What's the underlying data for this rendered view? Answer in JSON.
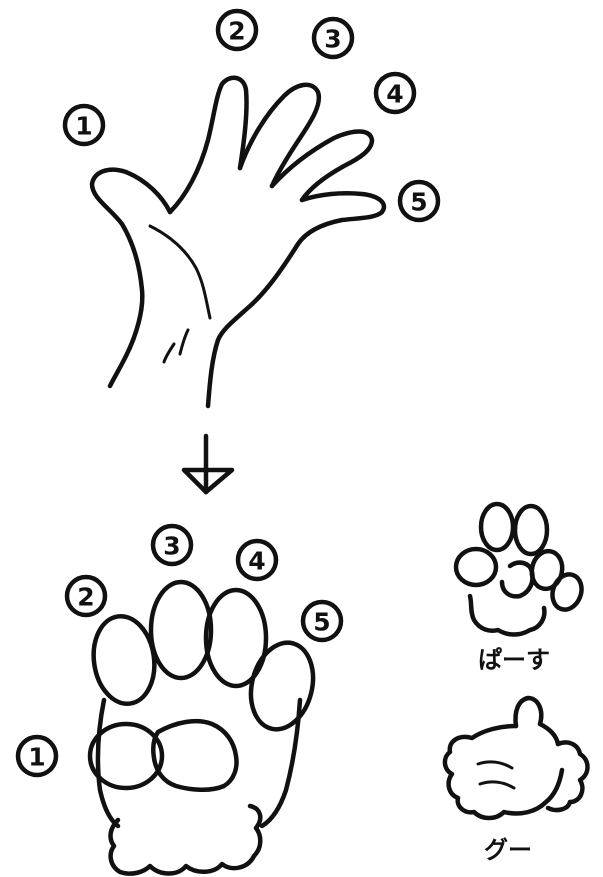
{
  "diagram": {
    "hand_finger_numbers": [
      "1",
      "2",
      "3",
      "4",
      "5"
    ],
    "paw_toe_numbers": [
      "1",
      "2",
      "3",
      "4",
      "5"
    ],
    "captions": {
      "open_paw": "ぱーす",
      "closed_paw": "グー"
    },
    "colors": {
      "ink": "#111111",
      "background": "#ffffff"
    }
  }
}
